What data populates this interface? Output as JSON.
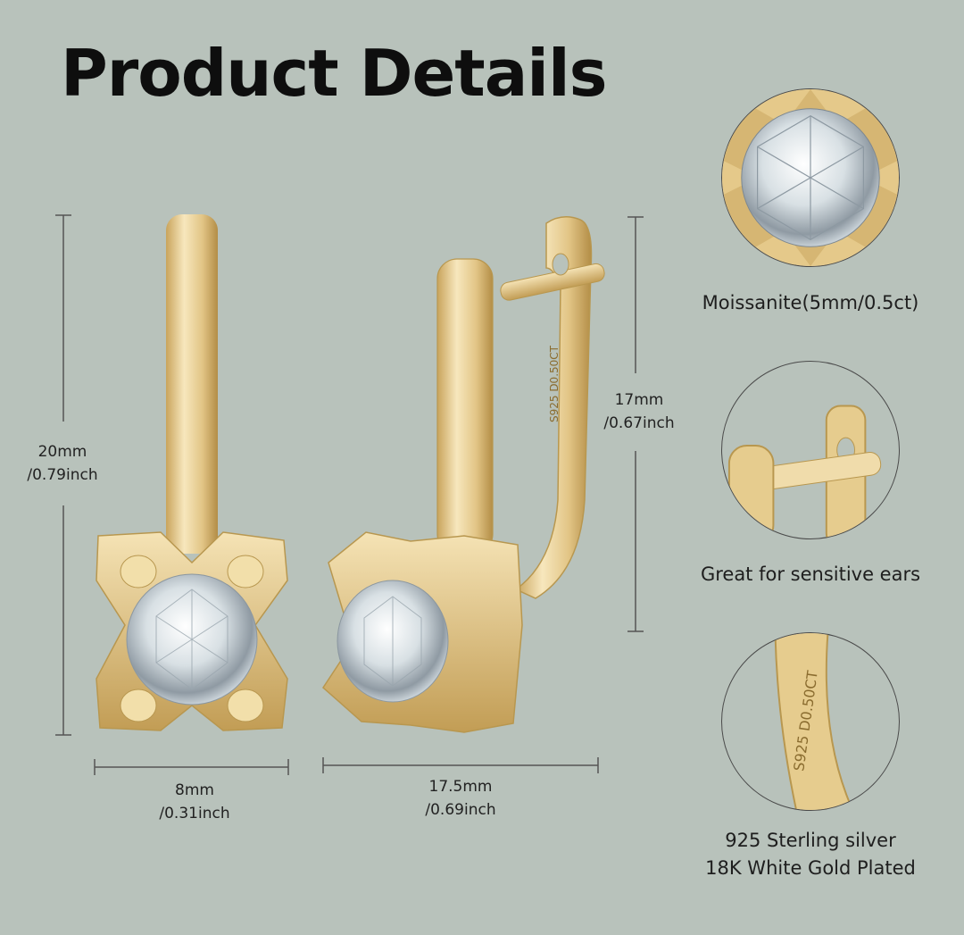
{
  "header": {
    "title": "Product Details"
  },
  "dimensions": {
    "height_left": {
      "mm": "20mm",
      "inch": "/0.79inch"
    },
    "height_right": {
      "mm": "17mm",
      "inch": "/0.67inch"
    },
    "width_left": {
      "mm": "8mm",
      "inch": "/0.31inch"
    },
    "width_right": {
      "mm": "17.5mm",
      "inch": "/0.69inch"
    }
  },
  "features": [
    {
      "label": "Moissanite(5mm/0.5ct)",
      "icon": "stone-closeup-icon"
    },
    {
      "label": "Great for sensitive ears",
      "icon": "clasp-closeup-icon"
    },
    {
      "label_line1": "925 Sterling silver",
      "label_line2": "18K White Gold Plated",
      "icon": "stamp-closeup-icon",
      "stamp": "S925 D0.50CT"
    }
  ],
  "earring": {
    "stamp": "S925 D0.50CT"
  },
  "colors": {
    "background": "#b8c2bb",
    "gold": "#e6cc8e",
    "gold_dark": "#b8974f",
    "stone": "#eef2f4"
  }
}
